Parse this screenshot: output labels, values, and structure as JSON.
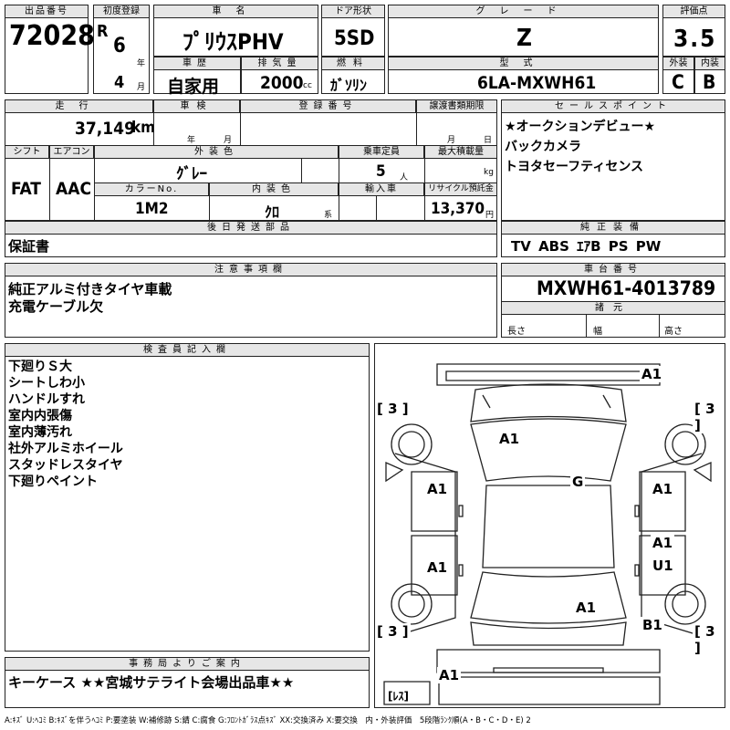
{
  "header": {
    "lot_no_label": "出品番号",
    "lot_no": "72028",
    "first_reg_label": "初度登録",
    "era": "R",
    "reg_year": "6",
    "year_unit": "年",
    "reg_month": "4",
    "month_unit": "月",
    "car_name_label": "車名",
    "car_name": "ﾌﾟﾘｳｽPHV",
    "door_label": "ドア形状",
    "door": "5SD",
    "grade_label": "グレード",
    "grade": "Z",
    "score_label": "評価点",
    "score": "3.5",
    "history_label": "車歴",
    "history": "自家用",
    "displacement_label": "排気量",
    "displacement": "2000",
    "cc_unit": "cc",
    "fuel_label": "燃料",
    "fuel": "ｶﾞｿﾘﾝ",
    "model_label": "型式",
    "model": "6LA-MXWH61",
    "ext_label": "外装",
    "ext": "C",
    "int_label": "内装",
    "int": "B"
  },
  "row2": {
    "mileage_label": "走行",
    "mileage": "37,149",
    "km_unit": "km",
    "inspection_label": "車検",
    "insp_year_unit": "年",
    "insp_month_unit": "月",
    "reg_no_label": "登録番号",
    "transfer_label": "譲渡書類期限",
    "transfer_month_unit": "月",
    "transfer_day_unit": "日",
    "shift_label": "シフト",
    "shift": "FAT",
    "ac_label": "エアコン",
    "ac": "AAC",
    "color_label": "外装色",
    "color": "ｸﾞﾚｰ",
    "capacity_label": "乗車定員",
    "capacity": "5",
    "capacity_unit": "人",
    "load_label": "最大積載量",
    "load_unit": "kg",
    "color_no_label": "カラーNo.",
    "color_no": "1M2",
    "int_color_label": "内装色",
    "int_color": "ｸﾛ",
    "int_color_unit": "系",
    "import_label": "輸入車",
    "recycle_label": "リサイクル預託金",
    "recycle": "13,370",
    "recycle_unit": "円"
  },
  "sales_points": {
    "label": "セールスポイント",
    "items": [
      "★オークションデビュー★",
      "バックカメラ",
      "トヨタセーフティセンス"
    ]
  },
  "later_parts": {
    "label": "後日発送部品",
    "value": "保証書"
  },
  "genuine": {
    "label": "純正装備",
    "value": "TV ABS ｴｱB PS PW"
  },
  "notes": {
    "label": "注意事項欄",
    "lines": [
      "純正アルミ付きタイヤ車載",
      "充電ケーブル欠"
    ]
  },
  "chassis": {
    "label": "車台番号",
    "value": "MXWH61-4013789",
    "spec_label": "諸元",
    "length_label": "長さ",
    "width_label": "幅",
    "height_label": "高さ"
  },
  "inspector": {
    "label": "検査員記入欄",
    "lines": [
      "下廻りＳ大",
      "シートしわ小",
      "ハンドルすれ",
      "室内内張傷",
      "室内薄汚れ",
      "社外アルミホイール",
      "スタッドレスタイヤ",
      "下廻りペイント"
    ]
  },
  "office": {
    "label": "事務局よりご案内",
    "value": "キーケース ★★宮城サテライト会場出品車★★"
  },
  "diagram": {
    "marks": [
      "A1",
      "A1",
      "G",
      "A1",
      "A1",
      "A1",
      "A1",
      "U1",
      "A1",
      "B1",
      "A1"
    ],
    "tires": [
      "[ 3 ]",
      "[ 3 ]",
      "[ 3 ]",
      "[ 3 ]"
    ],
    "spare": "[ﾚｽ]"
  },
  "legend": "A:ｷｽﾞ U:ﾍｺﾐ B:ｷｽﾞを伴うﾍｺﾐ P:要塗装 W:補修跡 S:錆 C:腐食 G:ﾌﾛﾝﾄｶﾞﾗｽ点ｷｽﾞ XX:交換済み X:要交換　内・外装評価　5段階ﾗﾝｸ順(A・B・C・D・E) 2"
}
